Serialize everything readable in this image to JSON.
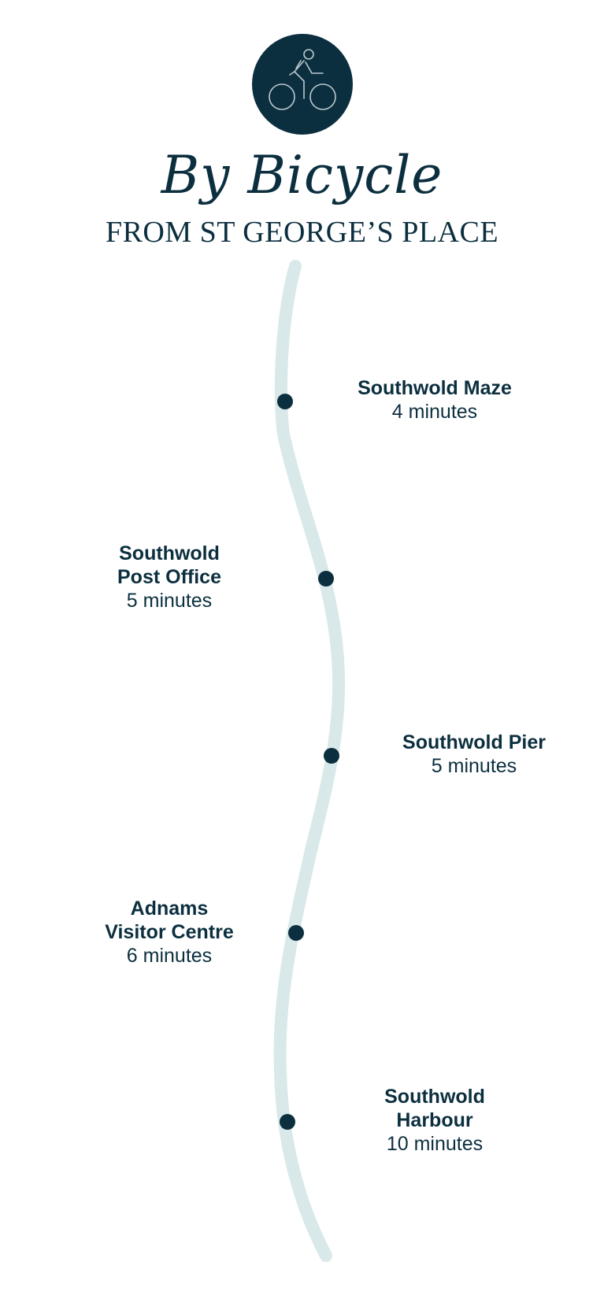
{
  "header": {
    "icon": "bicycle-icon",
    "script_title": "By Bicycle",
    "subtitle": "FROM ST GEORGE’S PLACE"
  },
  "colors": {
    "primary": "#0c2f3f",
    "route": "#d9e8e8",
    "background": "#ffffff"
  },
  "stops": [
    {
      "name": "Southwold Maze",
      "time": "4 minutes"
    },
    {
      "name": "Southwold\nPost Office",
      "time": "5 minutes"
    },
    {
      "name": "Southwold Pier",
      "time": "5 minutes"
    },
    {
      "name": "Adnams\nVisitor Centre",
      "time": "6 minutes"
    },
    {
      "name": "Southwold\nHarbour",
      "time": "10 minutes"
    }
  ]
}
